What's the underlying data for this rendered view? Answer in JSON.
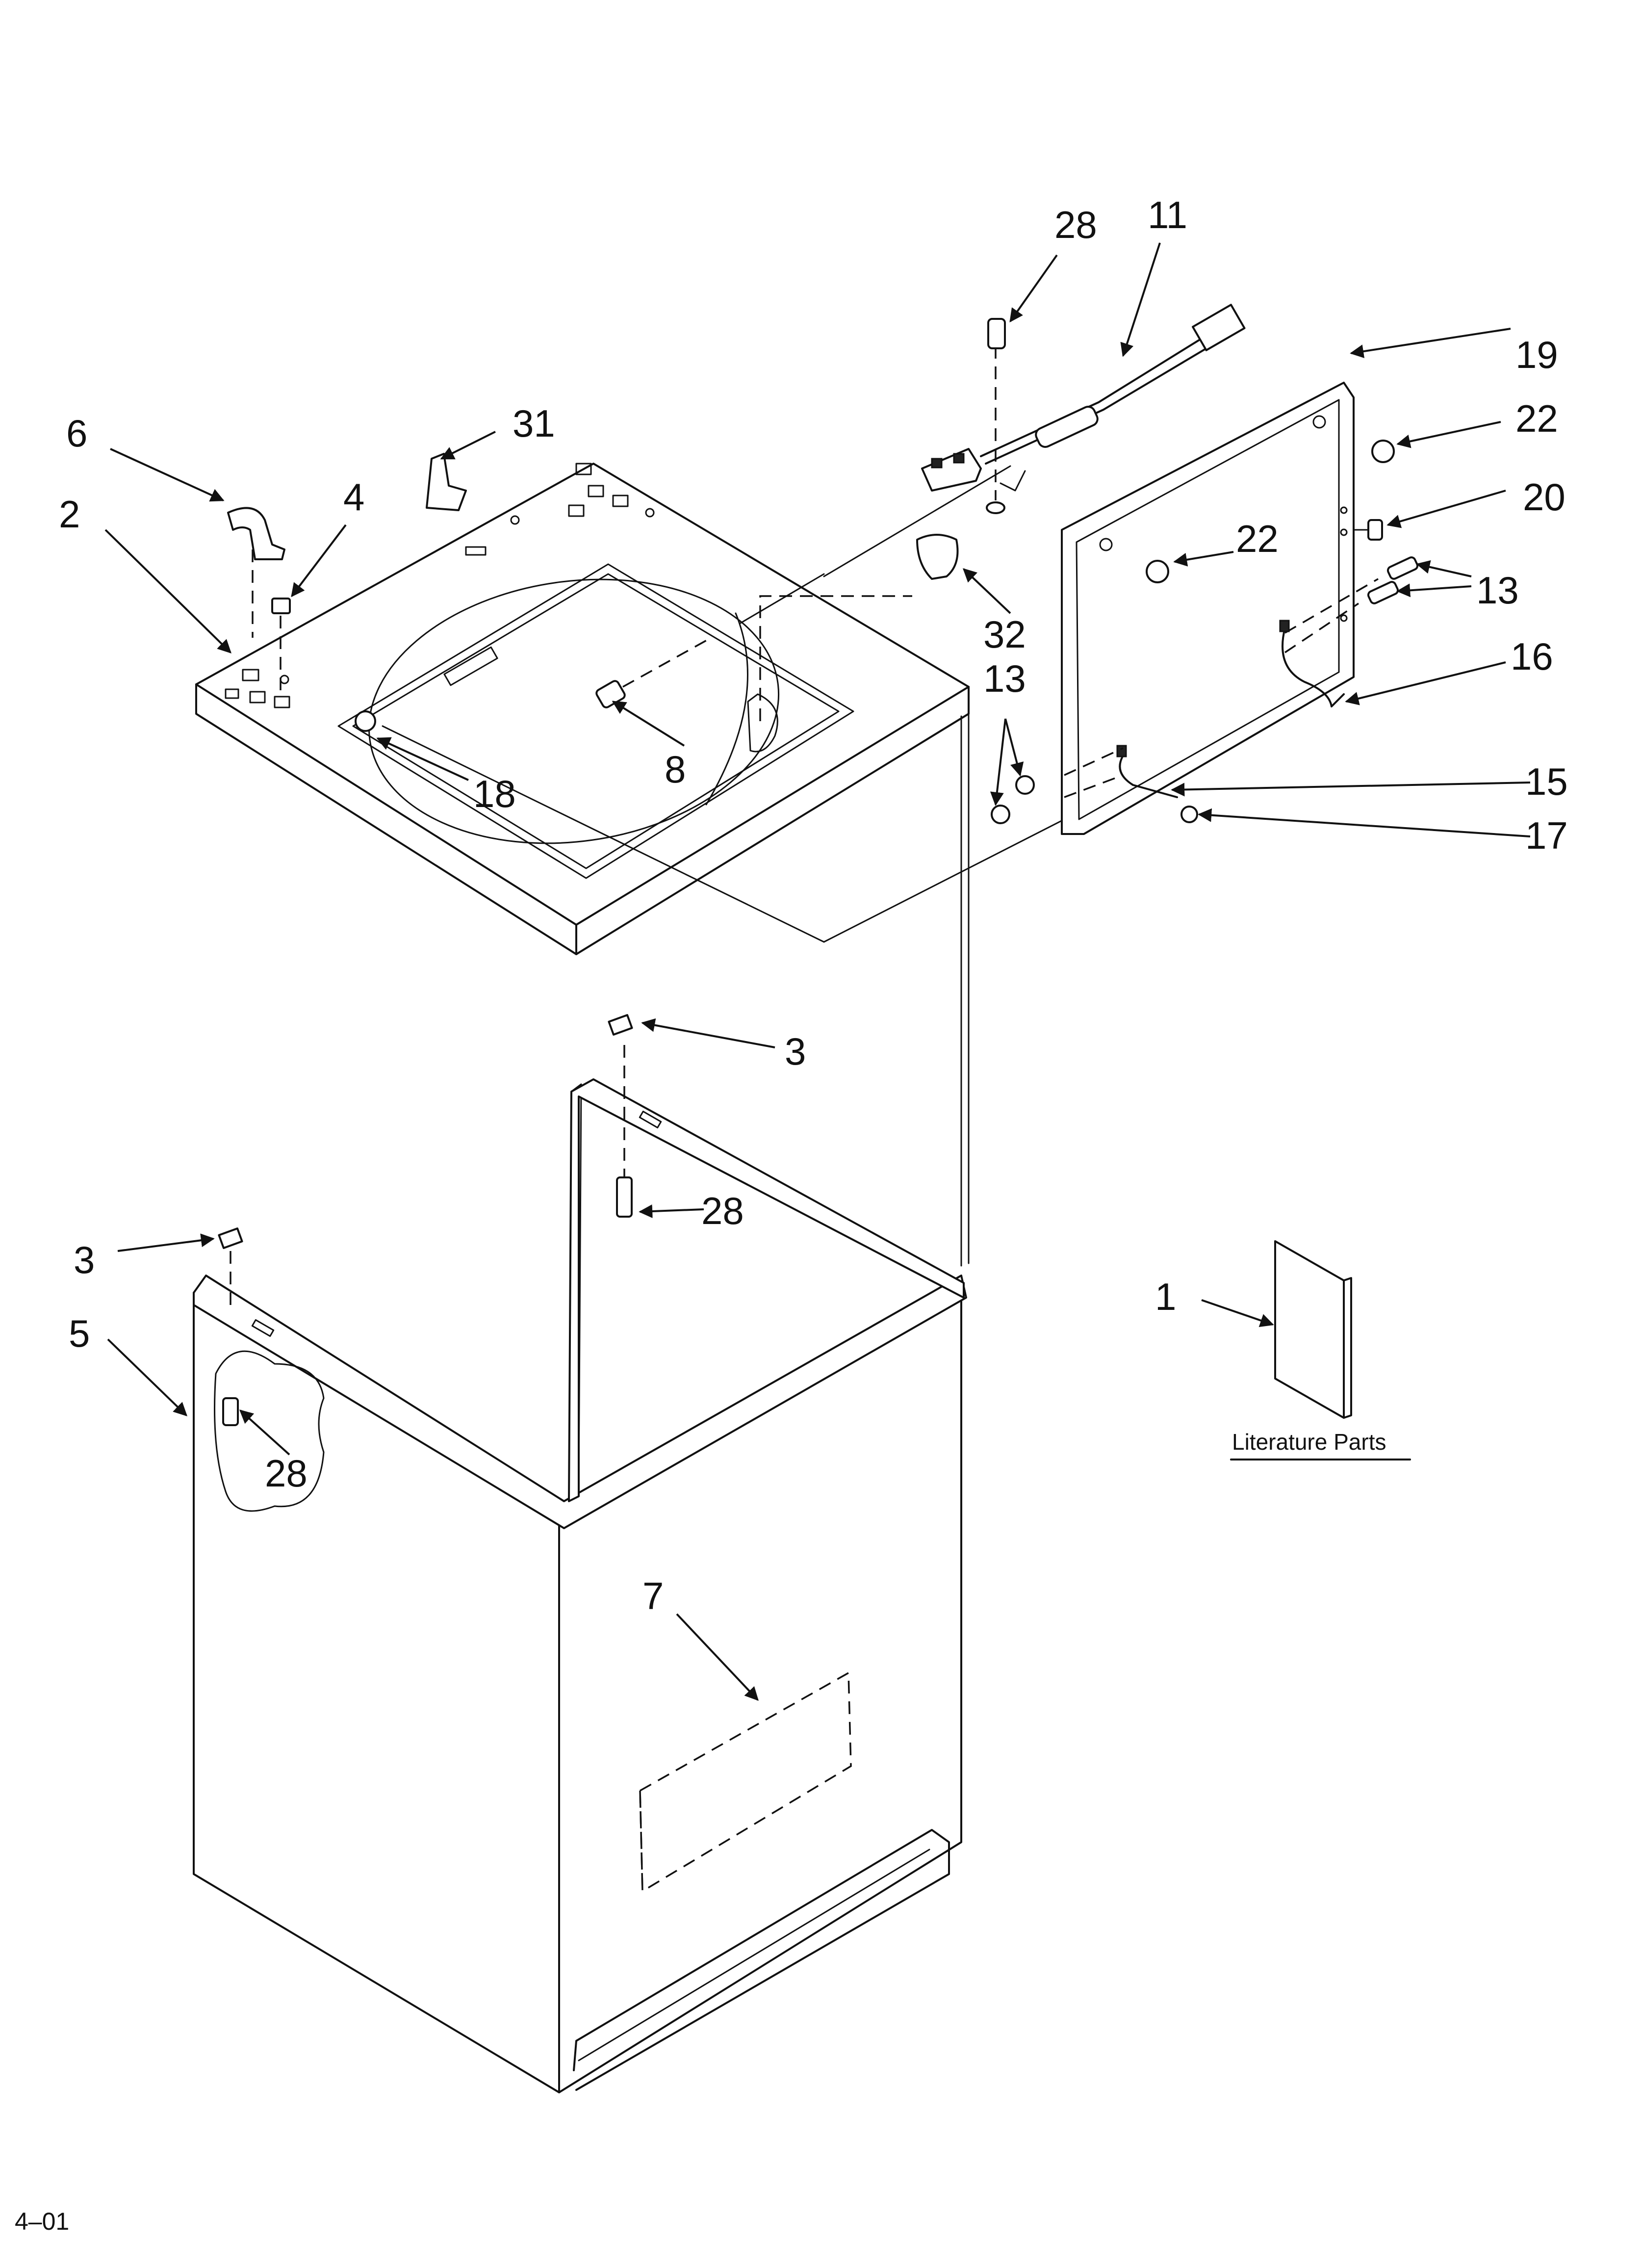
{
  "callouts": [
    {
      "id": "c28a",
      "text": "28"
    },
    {
      "id": "c11",
      "text": "11"
    },
    {
      "id": "c19",
      "text": "19"
    },
    {
      "id": "c22a",
      "text": "22"
    },
    {
      "id": "c20",
      "text": "20"
    },
    {
      "id": "c22b",
      "text": "22"
    },
    {
      "id": "c13a",
      "text": "13"
    },
    {
      "id": "c16",
      "text": "16"
    },
    {
      "id": "c32",
      "text": "32"
    },
    {
      "id": "c13b",
      "text": "13"
    },
    {
      "id": "c15",
      "text": "15"
    },
    {
      "id": "c17",
      "text": "17"
    },
    {
      "id": "c6",
      "text": "6"
    },
    {
      "id": "c31",
      "text": "31"
    },
    {
      "id": "c4",
      "text": "4"
    },
    {
      "id": "c2",
      "text": "2"
    },
    {
      "id": "c8",
      "text": "8"
    },
    {
      "id": "c18",
      "text": "18"
    },
    {
      "id": "c3a",
      "text": "3"
    },
    {
      "id": "c28b",
      "text": "28"
    },
    {
      "id": "c3b",
      "text": "3"
    },
    {
      "id": "c5",
      "text": "5"
    },
    {
      "id": "c28c",
      "text": "28"
    },
    {
      "id": "c1",
      "text": "1"
    },
    {
      "id": "c7",
      "text": "7"
    }
  ],
  "literature_label": "Literature Parts",
  "page_code": "4–01"
}
